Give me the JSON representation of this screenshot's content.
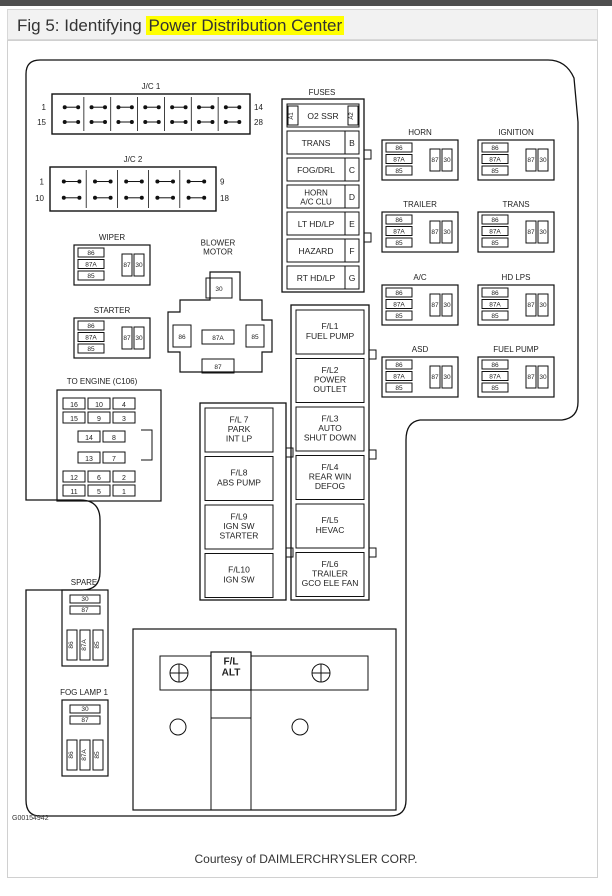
{
  "header": {
    "prefix": "Fig 5: Identifying",
    "highlight": "Power Distribution Center"
  },
  "jc1": {
    "label": "J/C 1",
    "pins": [
      "1",
      "14",
      "15",
      "28"
    ]
  },
  "jc2": {
    "label": "J/C 2",
    "pins": [
      "1",
      "9",
      "10",
      "18"
    ]
  },
  "fuses": {
    "label": "FUSES",
    "items": [
      {
        "name": "O2 SSR",
        "left": "A1",
        "right": "A2"
      },
      {
        "name": "TRANS",
        "letter": "B"
      },
      {
        "name": "FOG/DRL",
        "letter": "C"
      },
      {
        "name": "HORN\nA/C CLU",
        "letter": "D"
      },
      {
        "name": "LT HD/LP",
        "letter": "E"
      },
      {
        "name": "HAZARD",
        "letter": "F"
      },
      {
        "name": "RT HD/LP",
        "letter": "G"
      }
    ]
  },
  "relay_pins": [
    "86",
    "87A",
    "85",
    "87",
    "30"
  ],
  "relays": [
    {
      "label": "HORN"
    },
    {
      "label": "IGNITION"
    },
    {
      "label": "TRAILER"
    },
    {
      "label": "TRANS"
    },
    {
      "label": "A/C"
    },
    {
      "label": "HD LPS"
    },
    {
      "label": "ASD"
    },
    {
      "label": "FUEL PUMP"
    },
    {
      "label": "WIPER"
    },
    {
      "label": "STARTER"
    }
  ],
  "blower": {
    "label": "BLOWER\nMOTOR",
    "pins": [
      "30",
      "86",
      "87A",
      "85",
      "87"
    ]
  },
  "to_engine": {
    "label": "TO ENGINE (C106)",
    "cells": [
      "16",
      "10",
      "4",
      "15",
      "9",
      "3",
      "14",
      "8",
      "13",
      "7",
      "12",
      "6",
      "2",
      "11",
      "5",
      "1"
    ]
  },
  "fusible_links": [
    {
      "name": "F/L1\nFUEL PUMP"
    },
    {
      "name": "F/L2\nPOWER\nOUTLET"
    },
    {
      "name": "F/L3\nAUTO\nSHUT DOWN"
    },
    {
      "name": "F/L4\nREAR WIN\nDEFOG"
    },
    {
      "name": "F/L5\nHEVAC"
    },
    {
      "name": "F/L6\nTRAILER\nGCO ELE FAN"
    },
    {
      "name": "F/L 7\nPARK\nINT LP"
    },
    {
      "name": "F/L8\nABS PUMP"
    },
    {
      "name": "F/L9\nIGN SW\nSTARTER"
    },
    {
      "name": "F/L10\nIGN SW"
    }
  ],
  "spare": {
    "label": "SPARE",
    "pins": [
      "30",
      "87",
      "86",
      "87A",
      "85"
    ]
  },
  "fog_lamp": {
    "label": "FOG LAMP 1",
    "pins": [
      "30",
      "87",
      "86",
      "87A",
      "85"
    ]
  },
  "alt": {
    "name": "F/L\nALT"
  },
  "figure_id": "G00154942",
  "credit": "Courtesy of DAIMLERCHRYSLER CORP."
}
